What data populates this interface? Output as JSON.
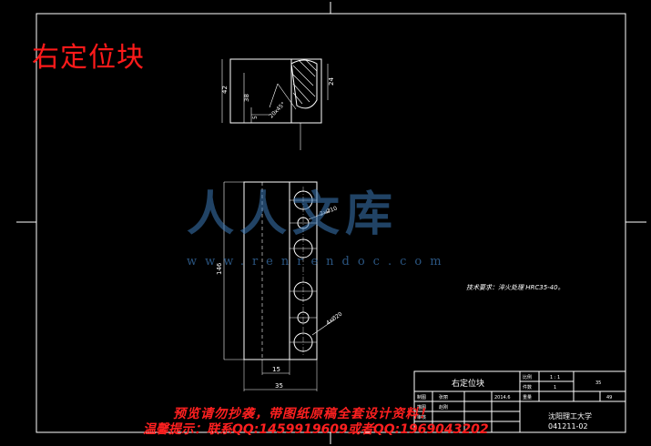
{
  "drawing": {
    "part_title": "右定位块",
    "tech_requirement": "技术要求：淬火处理 HRC35-40。"
  },
  "dimensions": {
    "top_view": [
      "42",
      "38",
      "24",
      "5",
      "20x45°"
    ],
    "front_view": [
      "2xØ10",
      "4xØ20",
      "146",
      "15",
      "35"
    ]
  },
  "title_block": {
    "name": "右定位块",
    "scale_label": "比例",
    "scale_value": "1 : 1",
    "qty_label": "件数",
    "qty_value": "1",
    "weight_label": "重量",
    "material": "35",
    "sheet": "49",
    "row1_c1": "制图",
    "row1_c2": "张丽",
    "row1_c3": "2014.6",
    "row2_c1": "描图",
    "row2_c2": "赵刚",
    "row3_c1": "审核",
    "school": "沈阳理工大学",
    "drawing_no": "041211-02"
  },
  "watermark": {
    "chinese": "人人文库",
    "url": "www.renrendoc.com"
  },
  "notice": {
    "line1": "预览请勿抄袭，带图纸原稿全套设计资料！",
    "line2": "温馨提示：联系QQ:1459919609或者QQ:1969043202"
  },
  "colors": {
    "background": "#000000",
    "lines": "#ffffff",
    "title": "#ff1a1a",
    "watermark": "#3d7ab8"
  }
}
